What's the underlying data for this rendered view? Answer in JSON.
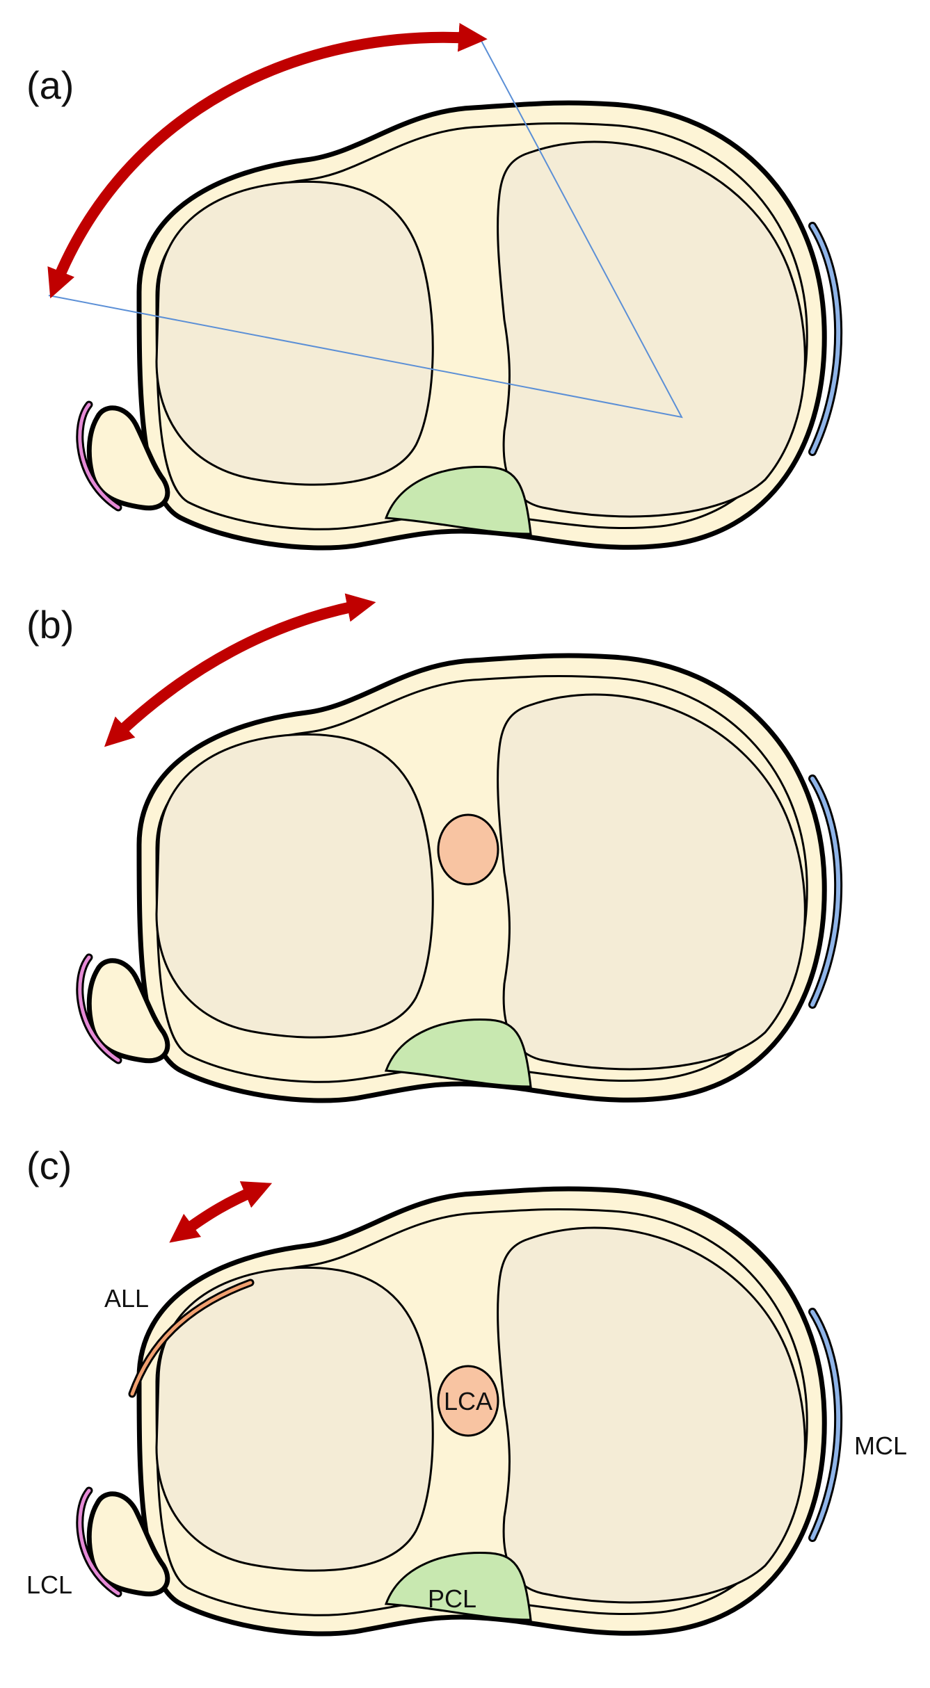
{
  "panels": [
    {
      "label": "(a)"
    },
    {
      "label": "(b)"
    },
    {
      "label": "(c)"
    }
  ],
  "labels": {
    "all": "ALL",
    "lca": "LCA",
    "mcl": "MCL",
    "lcl": "LCL",
    "pcl": "PCL"
  },
  "colors": {
    "plateau_fill": "#fdf4d6",
    "condyle_fill": "#f4ecd6",
    "pcl_fill": "#c8e8b0",
    "lca_fill": "#f8c4a2",
    "lcl_stroke": "#e58ad6",
    "mcl_stroke": "#8fb4e8",
    "all_stroke": "#f0a070",
    "rotation_arrow": "#c00000",
    "angle_lines": "#5b8fd6"
  }
}
